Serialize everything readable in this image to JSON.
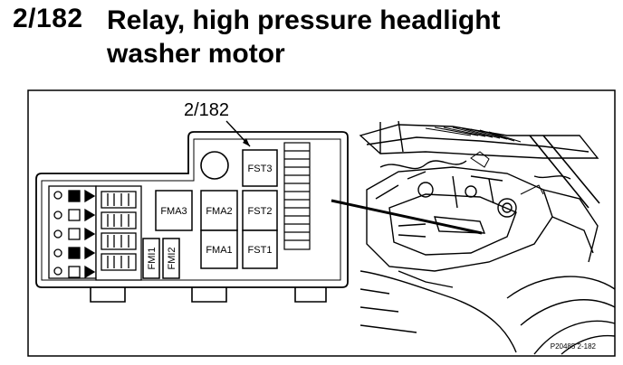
{
  "header": {
    "ref": "2/182",
    "title_line1": "Relay, high pressure headlight",
    "title_line2": "washer motor"
  },
  "figure": {
    "callout": "2/182",
    "relays": {
      "fst3": "FST3",
      "fma3": "FMA3",
      "fma2": "FMA2",
      "fst2": "FST2",
      "fma1": "FMA1",
      "fst1": "FST1",
      "fmi1": "FMI1",
      "fmi2": "FMI2"
    },
    "code": "P20485 2-182"
  }
}
